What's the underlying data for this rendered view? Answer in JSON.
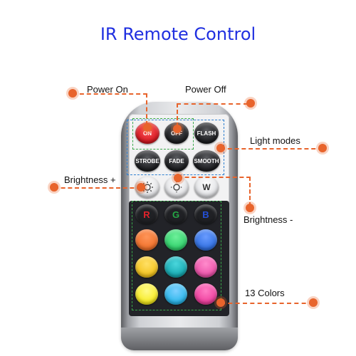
{
  "title": "IR Remote Control",
  "labels": {
    "power_on": "Power On",
    "power_off": "Power Off",
    "light_modes": "Light modes",
    "brightness_plus": "Brightness +",
    "brightness_minus": "Brightness -",
    "colors": "13 Colors"
  },
  "buttons": {
    "on": "ON",
    "off": "OFF",
    "flash": "FLASH",
    "strobe": "STROBE",
    "fade": "FADE",
    "smooth": "SMOOTH",
    "white": "W",
    "red": "R",
    "green": "G",
    "blue": "B"
  },
  "colors": {
    "title": "#1f2fe0",
    "annotation": "#e8642c",
    "red": "#e3222b",
    "green": "#25a845",
    "blue": "#2450d8",
    "orange": "#f0702a",
    "light_green": "#2fd06a",
    "medium_blue": "#2f6ee0",
    "yellow_orange": "#f3c21a",
    "teal": "#14a8b0",
    "purple": "#7a3ec6",
    "yellow": "#f6ea1c",
    "sky_blue": "#2a9ee8",
    "pink": "#ec4fa8",
    "light_yellow": "#f8f236",
    "cyan_blue": "#27b6ea",
    "magenta": "#ee3c9c"
  }
}
